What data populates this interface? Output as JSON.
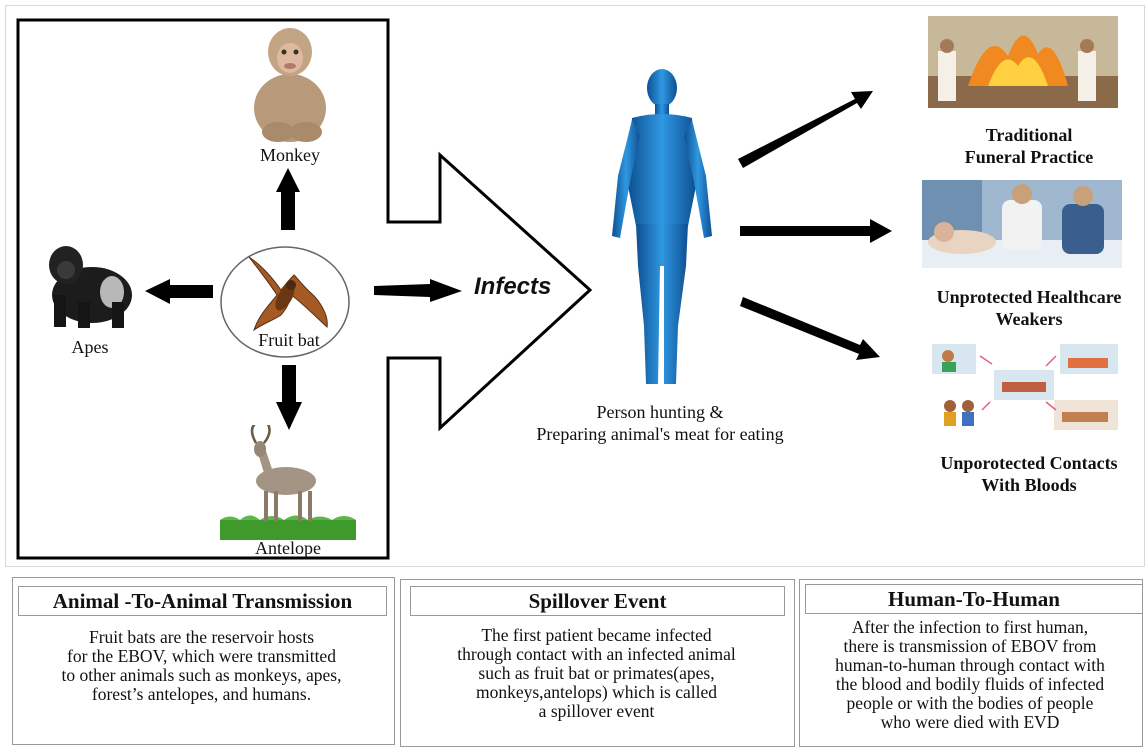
{
  "diagram": {
    "animals": {
      "monkey": "Monkey",
      "apes": "Apes",
      "fruit_bat": "Fruit bat",
      "antelope": "Antelope"
    },
    "infects_label": "Infects",
    "person_caption_line1": "Person hunting &",
    "person_caption_line2": "Preparing animal's meat for  eating",
    "outcomes": [
      {
        "line1": "Traditional",
        "line2": "Funeral Practice"
      },
      {
        "line1": "Unprotected Healthcare",
        "line2": "Weakers"
      },
      {
        "line1": "Unporotected Contacts",
        "line2": "With Bloods"
      }
    ]
  },
  "panels": [
    {
      "title": "Animal -To-Animal Transmission",
      "body": [
        "Fruit bats are the reservoir hosts",
        "for the EBOV, which were transmitted",
        "to other animals such as monkeys, apes,",
        "forest’s antelopes, and humans."
      ]
    },
    {
      "title": "Spillover Event",
      "body": [
        "The first patient became infected",
        "through contact with an infected animal",
        "such as fruit bat or primates(apes,",
        "monkeys,antelops) which is called",
        "a spillover event"
      ]
    },
    {
      "title": "Human-To-Human",
      "body": [
        "After the infection to first human,",
        "there is transmission of EBOV from",
        "human-to-human through contact with",
        "the blood and bodily fluids of infected",
        "people or with the bodies of people",
        "who were died with EVD"
      ]
    }
  ],
  "colors": {
    "body_blue": "#1e7fd0",
    "arrow": "#000000",
    "panel_border": "#9a9a9a"
  }
}
